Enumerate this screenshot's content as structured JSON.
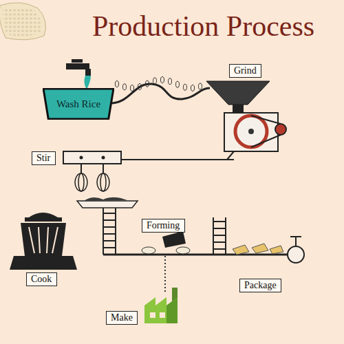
{
  "diagram": {
    "title": "Production Process",
    "nodes": [
      {
        "text": [
          "Grind"
        ]
      },
      {
        "text": [
          "Wash Rice"
        ]
      },
      {
        "text": [
          "Stir"
        ]
      },
      {
        "text": [
          "Forming"
        ]
      },
      {
        "text": [
          "Cook"
        ]
      },
      {
        "text": [
          "Package"
        ]
      },
      {
        "text": [
          "Make"
        ]
      }
    ]
  }
}
